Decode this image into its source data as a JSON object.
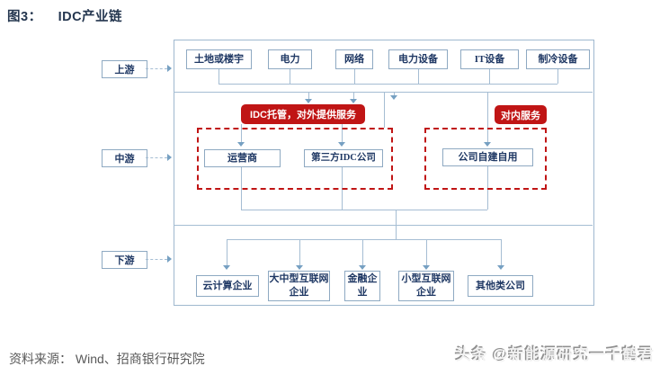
{
  "header": {
    "figure_label": "图3：",
    "title": "IDC产业链"
  },
  "stages": {
    "upstream": "上游",
    "midstream": "中游",
    "downstream": "下游"
  },
  "upstream_boxes": [
    "土地或楼宇",
    "电力",
    "网络",
    "电力设备",
    "IT设备",
    "制冷设备"
  ],
  "midstream": {
    "external_service_label": "IDC托管，对外提供服务",
    "internal_service_label": "对内服务",
    "operator": "运营商",
    "third_party_idc": "第三方IDC公司",
    "self_built": "公司自建自用"
  },
  "downstream_boxes": [
    "云计算企业",
    "大中型互联网企业",
    "金融企业",
    "小型互联网企业",
    "其他类公司"
  ],
  "footer": {
    "source": "资料来源： Wind、招商银行研究院",
    "watermark": "头条 @新能源研究一千鹤君"
  },
  "colors": {
    "accent_red": "#c01515",
    "connector_blue": "#a5bdd3",
    "box_border": "#8ea9c2",
    "text_navy": "#1f3864"
  }
}
